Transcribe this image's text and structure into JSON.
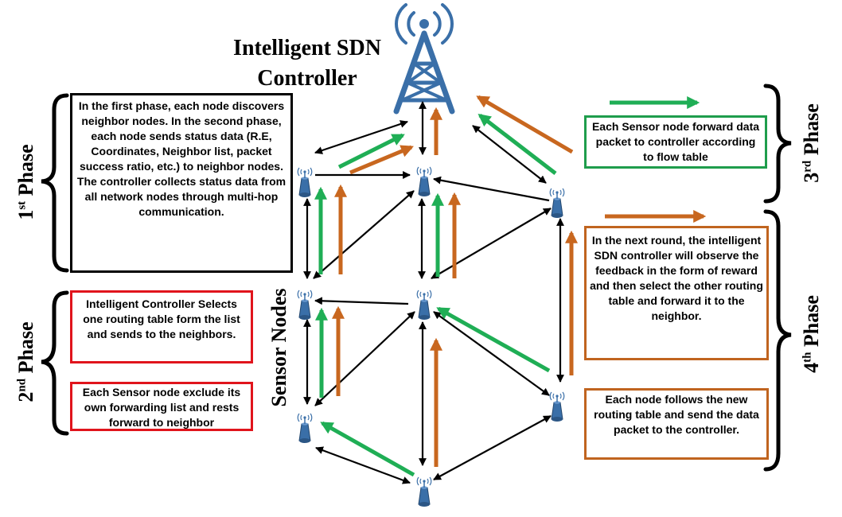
{
  "title": {
    "line1": "Intelligent SDN",
    "line2": "Controller"
  },
  "sensor_nodes_label": "Sensor Nodes",
  "phases": {
    "phase1": {
      "number": "1",
      "suffix": "st",
      "word": "Phase"
    },
    "phase2": {
      "number": "2",
      "suffix": "nd",
      "word": "Phase"
    },
    "phase3": {
      "number": "3",
      "suffix": "rd",
      "word": "Phase"
    },
    "phase4": {
      "number": "4",
      "suffix": "th",
      "word": "Phase"
    }
  },
  "boxes": {
    "phase1": "In the first phase, each node discovers neighbor nodes. In the second phase, each node sends status data (R.E, Coordinates, Neighbor list, packet success ratio, etc.) to neighbor nodes. The controller collects status data from all network nodes through multi-hop communication.",
    "phase2_a": "Intelligent Controller Selects one routing table form the list and sends to the neighbors.",
    "phase2_b": "Each Sensor node exclude its own forwarding list and rests forward to neighbor",
    "phase3": "Each Sensor node forward data packet to controller according to flow table",
    "phase4_a": "In the next round, the intelligent SDN controller will observe the feedback in the form of reward and then select the other routing table and forward it to the neighbor.",
    "phase4_b": "Each node follows the new routing table and send the data packet to the controller."
  },
  "colors": {
    "green": "#1fae55",
    "orange": "#c8671f",
    "blue": "#3a6fa8",
    "red": "#e0141c",
    "black": "#000000"
  },
  "icons": [
    "sdn-controller-tower-icon",
    "sensor-node-icon"
  ]
}
